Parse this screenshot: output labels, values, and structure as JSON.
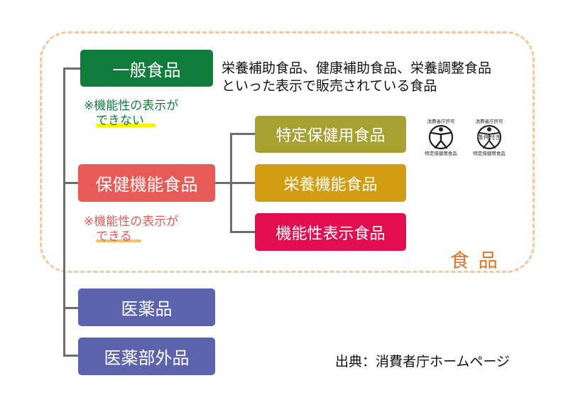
{
  "region_label": "食 品",
  "categories": {
    "general": "一般食品",
    "health": "保健機能食品",
    "drug": "医薬品",
    "quasi_drug": "医薬部外品"
  },
  "subcategories": {
    "specified": "特定保健用食品",
    "nutrient": "栄養機能食品",
    "function": "機能性表示食品"
  },
  "general_description": {
    "line1": "栄養補助食品、健康補助食品、栄養調整食品",
    "line2": "といった表示で販売されている食品"
  },
  "note_general": {
    "line1": "※機能性の表示が",
    "line2": "できない"
  },
  "note_health": {
    "line1": "※機能性の表示が",
    "line2": "できる"
  },
  "source": "出典：消費者庁ホームページ",
  "marks": {
    "mark1_text_top": "消費者庁許可",
    "mark1_text_bottom": "特定保健用食品",
    "mark2_text_top": "消費者庁許可",
    "mark2_text_center": "条件付き",
    "mark2_text_bottom": "特定保健用食品"
  },
  "colors": {
    "general": "#0e7d3c",
    "health": "#e85a55",
    "specified": "#a6a131",
    "nutrient": "#d29d12",
    "function": "#e30e4f",
    "drug": "#5b63ad",
    "region_border": "#f6c79a",
    "region_label": "#e27326",
    "connector": "#6d6d6d"
  }
}
